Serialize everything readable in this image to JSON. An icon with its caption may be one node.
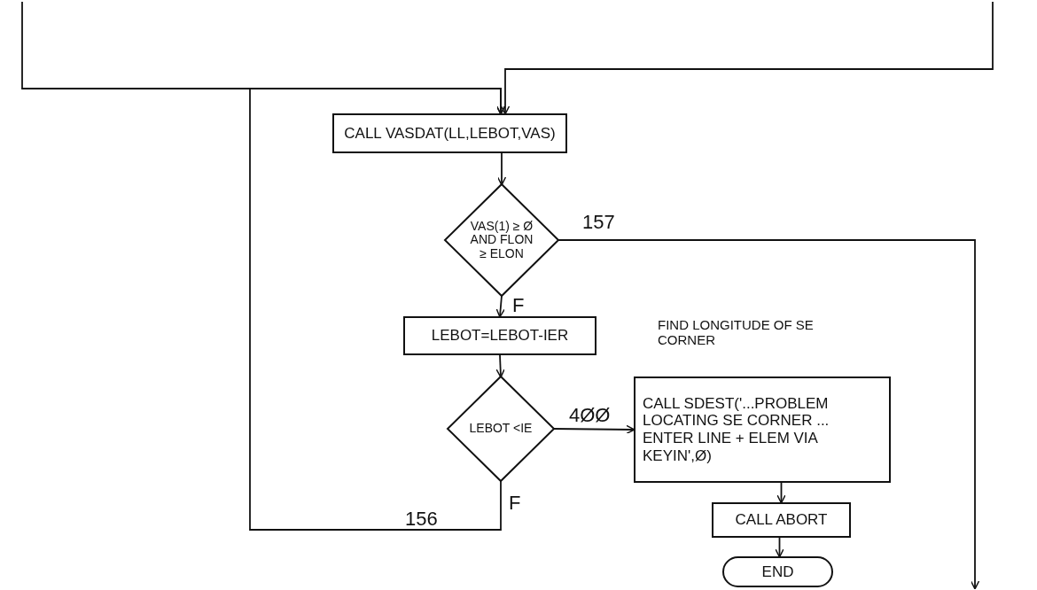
{
  "diagram": {
    "nodes": [
      {
        "text": [
          "CALL VASDAT(LL,LEBOT,VAS)"
        ]
      },
      {
        "text": [
          "VAS(1) ≥ Ø AND FLON ≥ ELON"
        ]
      },
      {
        "text": [
          "LEBOT=LEBOT-IER"
        ]
      },
      {
        "text": [
          "LEBOT <IE"
        ]
      },
      {
        "text": [
          "CALL SDEST('...PROBLEM LOCATING SE CORNER ... ENTER LINE + ELEM VIA KEYIN',Ø)"
        ]
      },
      {
        "text": [
          "CALL ABORT"
        ]
      },
      {
        "text": [
          "END"
        ]
      }
    ],
    "edges": [
      {
        "from": null,
        "to": 0,
        "arrow": "to"
      },
      {
        "from": null,
        "to": 0,
        "arrow": "to"
      },
      {
        "from": 0,
        "to": 1,
        "arrow": "to"
      },
      {
        "from": 1,
        "to": null,
        "arrow": "to",
        "label": "157"
      },
      {
        "from": 1,
        "to": 2,
        "arrow": "to",
        "label": "F"
      },
      {
        "from": 2,
        "to": 3,
        "arrow": "to"
      },
      {
        "from": 3,
        "to": 4,
        "arrow": "to",
        "label": "4ØØ"
      },
      {
        "from": 3,
        "to": 0,
        "arrow": "to",
        "label": "156"
      },
      {
        "from": 4,
        "to": 5,
        "arrow": "to"
      },
      {
        "from": 5,
        "to": 6,
        "arrow": "to"
      }
    ],
    "labels": [
      "FIND LONGITUDE OF SE CORNER",
      "F"
    ]
  }
}
